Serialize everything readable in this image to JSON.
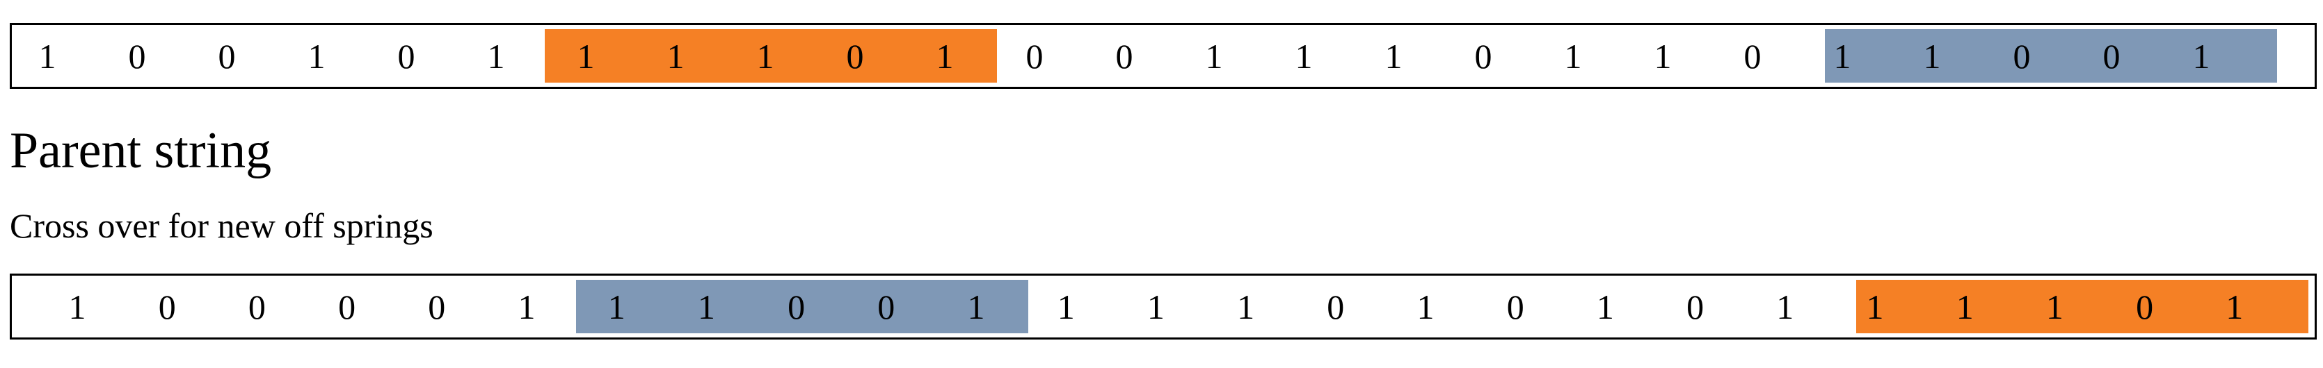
{
  "colors": {
    "orange": "#F58025",
    "blue": "#7F98B6",
    "border": "#000000",
    "text": "#000000"
  },
  "parent": {
    "bits": [
      "1",
      "0",
      "0",
      "1",
      "0",
      "1",
      "1",
      "1",
      "1",
      "0",
      "1",
      "0",
      "0",
      "1",
      "1",
      "1",
      "0",
      "1",
      "1",
      "0",
      "1",
      "1",
      "0",
      "0",
      "1"
    ],
    "segments": [
      {
        "start": 6,
        "end": 10,
        "color": "orange"
      },
      {
        "start": 20,
        "end": 24,
        "color": "blue"
      }
    ]
  },
  "labels": {
    "parent_string": "Parent string",
    "crossover": "Cross over for new off springs"
  },
  "offspring": {
    "bits": [
      "1",
      "0",
      "0",
      "0",
      "0",
      "1",
      "1",
      "1",
      "0",
      "0",
      "1",
      "1",
      "1",
      "1",
      "0",
      "1",
      "0",
      "1",
      "0",
      "1",
      "1",
      "1",
      "1",
      "0",
      "1"
    ],
    "segments": [
      {
        "start": 6,
        "end": 10,
        "color": "blue"
      },
      {
        "start": 20,
        "end": 24,
        "color": "orange"
      }
    ]
  }
}
